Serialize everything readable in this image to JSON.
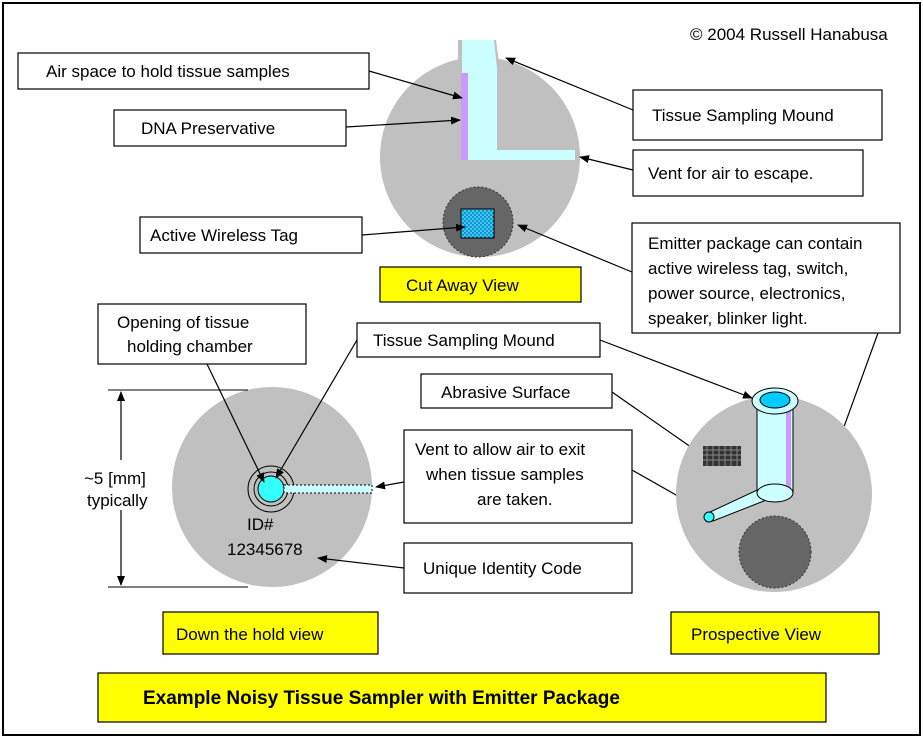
{
  "copyright": "© 2004 Russell Hanabusa",
  "labels": {
    "air_space": "Air space to hold tissue samples",
    "dna_preservative": "DNA Preservative",
    "active_wireless_tag": "Active Wireless Tag",
    "tissue_mound_top": "Tissue Sampling Mound",
    "vent_top": "Vent for air to escape.",
    "emitter_package": [
      "Emitter package can contain",
      "active wireless tag, switch,",
      "power source, electronics,",
      "speaker, blinker light."
    ],
    "opening": [
      "Opening of tissue",
      "holding chamber"
    ],
    "tissue_mound_mid": "Tissue Sampling Mound",
    "abrasive_surface": "Abrasive Surface",
    "vent_bottom": [
      "Vent to allow air to exit",
      "when tissue samples",
      "are taken."
    ],
    "unique_id": "Unique Identity Code",
    "dimension": [
      "~5 [mm]",
      "typically"
    ],
    "id_text": [
      "ID#",
      "12345678"
    ]
  },
  "captions": {
    "cut_away": "Cut Away View",
    "down_hold": "Down the hold view",
    "prospective": "Prospective View",
    "main_title": "Example Noisy Tissue Sampler with Emitter Package"
  },
  "colors": {
    "disk": "#c0c0c0",
    "chamber": "#ccffff",
    "preservative": "#cc99ff",
    "tag": "#33ccff",
    "emitter": "#666666",
    "caption_bg": "#ffff00"
  }
}
